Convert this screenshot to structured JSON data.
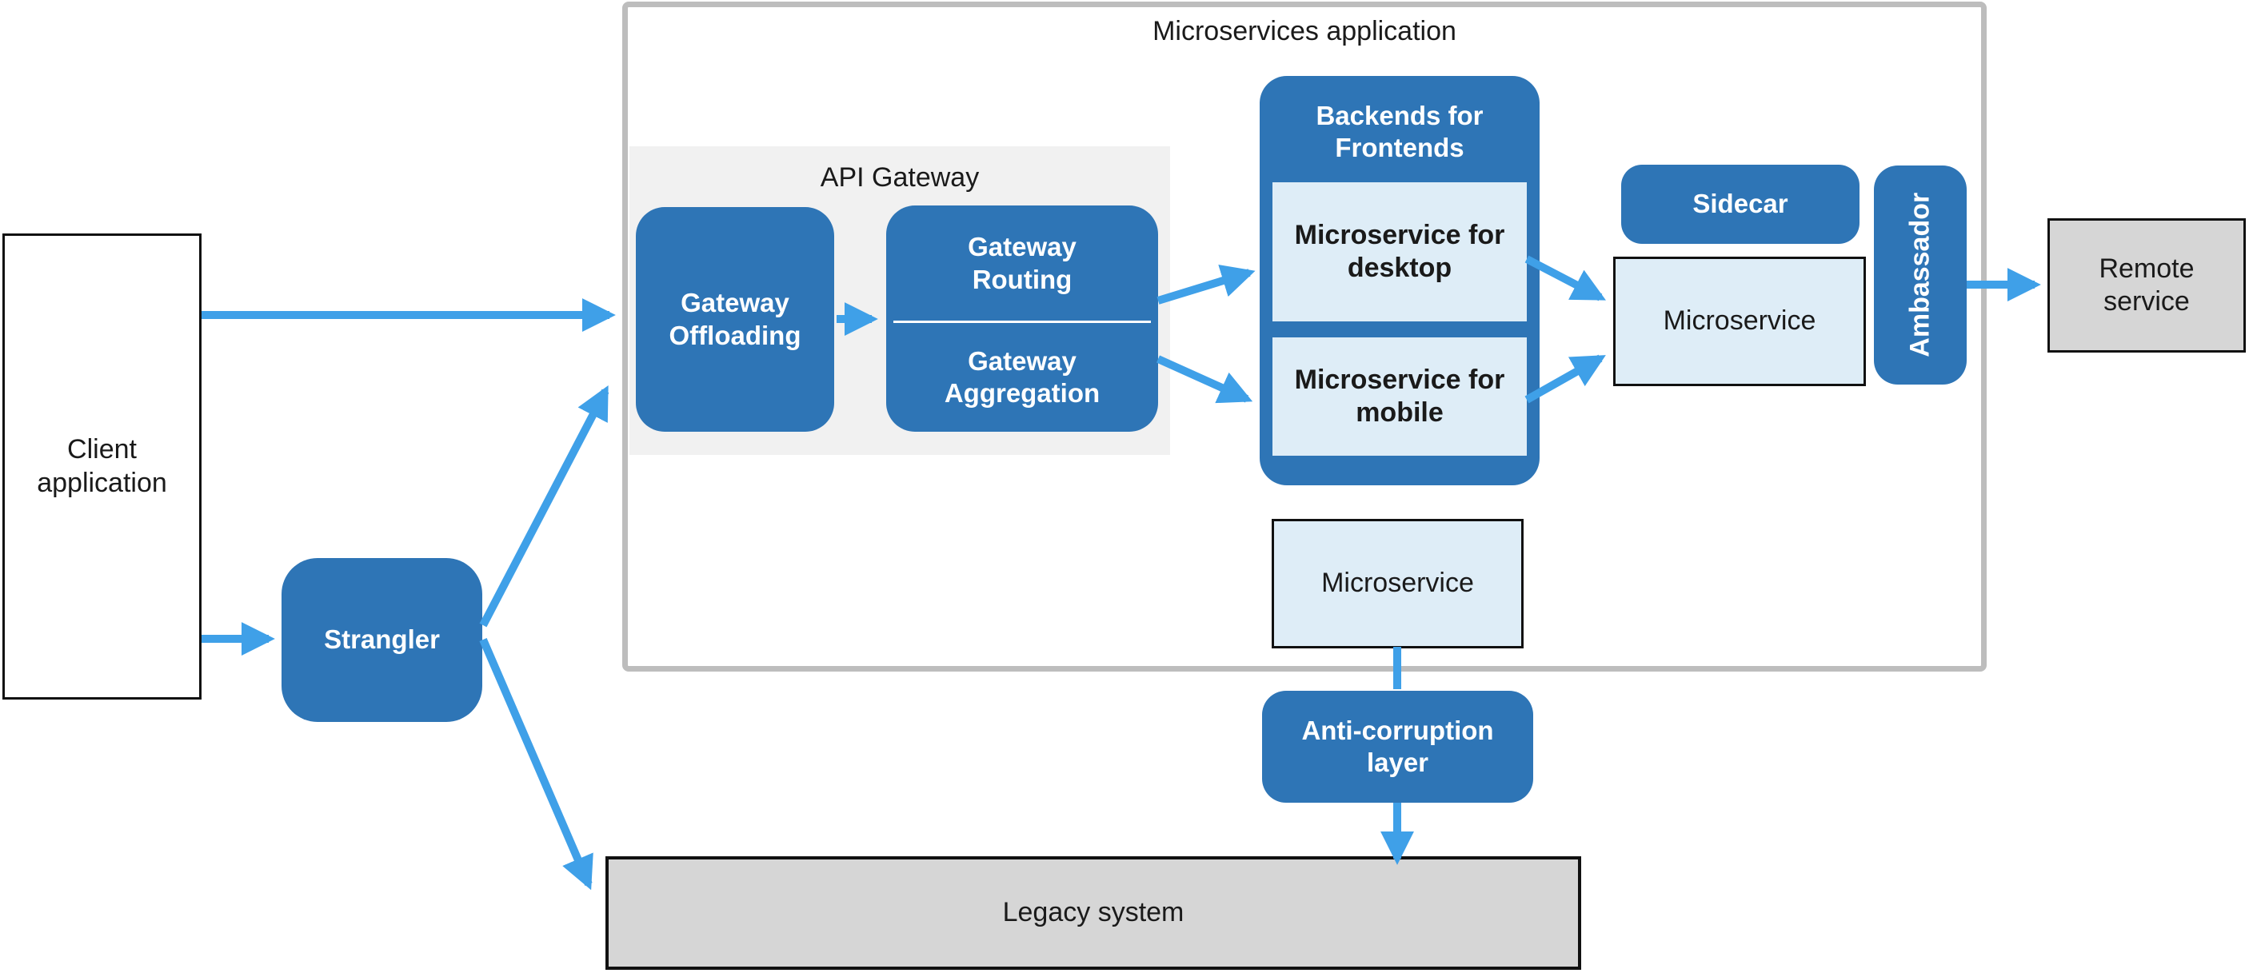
{
  "diagram": {
    "title": "Microservices application",
    "api_gateway_label": "API Gateway",
    "nodes": {
      "client": "Client application",
      "strangler": "Strangler",
      "gateway_offloading": "Gateway Offloading",
      "gateway_routing": "Gateway Routing",
      "gateway_aggregation": "Gateway Aggregation",
      "backends_for_frontends": "Backends for Frontends",
      "microservice_desktop": "Microservice for desktop",
      "microservice_mobile": "Microservice for mobile",
      "sidecar": "Sidecar",
      "microservice": "Microservice",
      "ambassador": "Ambassador",
      "remote_service": "Remote service",
      "microservice_lower": "Microservice",
      "anti_corruption_layer": "Anti-corruption layer",
      "legacy_system": "Legacy system"
    },
    "colors": {
      "pattern_blue": "#2E75B6",
      "arrow_blue": "#3FA0E8",
      "service_light_blue": "#DEEDF7",
      "panel_gray": "#F1F1F1",
      "external_gray": "#D6D6D6",
      "container_border_gray": "#BDBDBD",
      "text_dark": "#1A1A1A",
      "text_white": "#FFFFFF"
    },
    "connections": [
      {
        "from": "client",
        "to": "gateway_offloading"
      },
      {
        "from": "client",
        "to": "strangler"
      },
      {
        "from": "strangler",
        "to": "gateway_offloading"
      },
      {
        "from": "strangler",
        "to": "legacy_system"
      },
      {
        "from": "gateway_offloading",
        "to": "gateway_routing"
      },
      {
        "from": "gateway_routing",
        "to": "microservice_desktop"
      },
      {
        "from": "gateway_aggregation",
        "to": "microservice_mobile"
      },
      {
        "from": "microservice_desktop",
        "to": "microservice"
      },
      {
        "from": "microservice_mobile",
        "to": "microservice"
      },
      {
        "from": "ambassador",
        "to": "remote_service"
      },
      {
        "from": "microservice_lower",
        "to": "anti_corruption_layer"
      },
      {
        "from": "anti_corruption_layer",
        "to": "legacy_system"
      }
    ]
  }
}
